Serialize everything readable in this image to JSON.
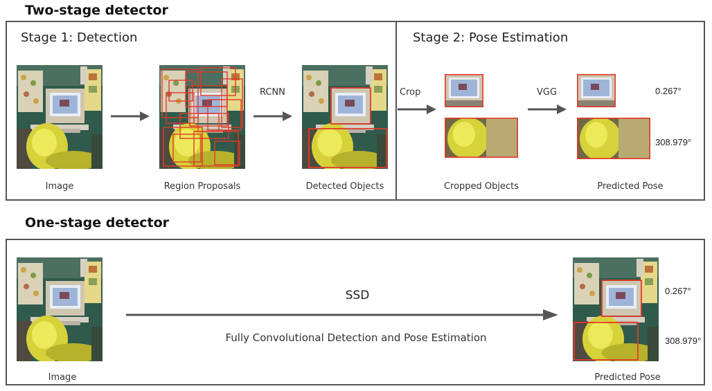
{
  "two_stage": {
    "heading": "Two-stage detector",
    "stage1_title": "Stage 1: Detection",
    "stage2_title": "Stage 2: Pose Estimation",
    "captions": {
      "image": "Image",
      "region_proposals": "Region Proposals",
      "detected_objects": "Detected Objects",
      "cropped_objects": "Cropped Objects",
      "predicted_pose": "Predicted Pose"
    },
    "arrows": {
      "rcnn": "RCNN",
      "crop": "Crop",
      "vgg": "VGG"
    },
    "pose_values": {
      "monitor": "0.267°",
      "chair": "308.979°"
    }
  },
  "one_stage": {
    "heading": "One-stage detector",
    "method": "SSD",
    "method_desc": "Fully Convolutional Detection and Pose Estimation",
    "captions": {
      "image": "Image",
      "predicted_pose": "Predicted Pose"
    },
    "pose_values": {
      "monitor": "0.267°",
      "chair": "308.979°"
    }
  },
  "colors": {
    "box": "#e03a2a",
    "frame": "#555555",
    "arrow": "#555555"
  }
}
